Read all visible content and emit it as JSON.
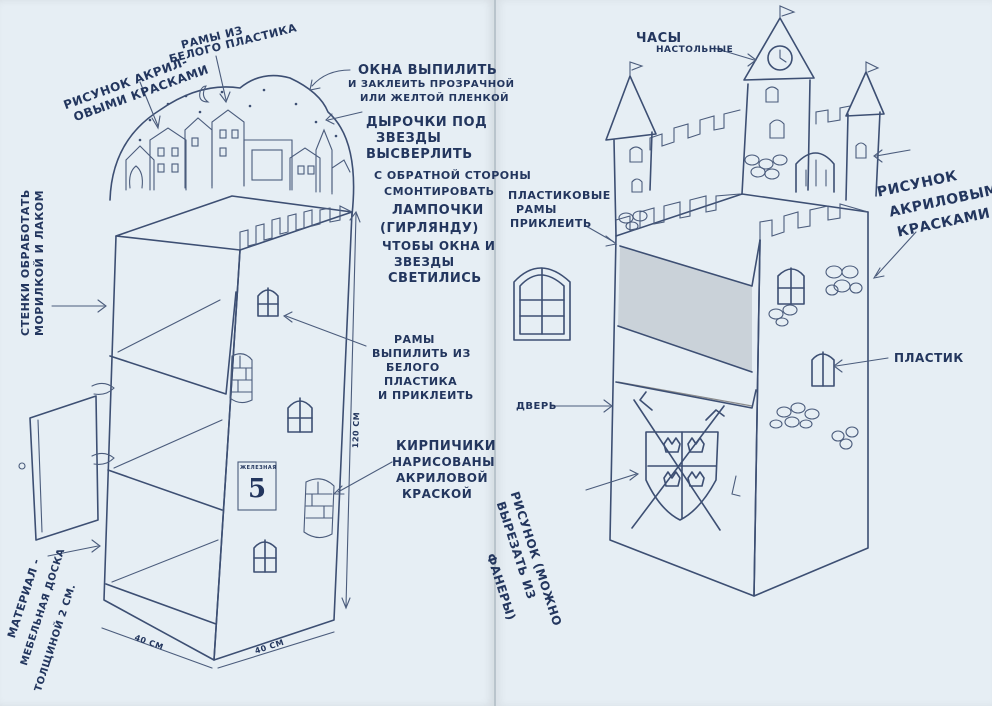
{
  "labels": {
    "acrylic_left_1": "РИСУНОК АКРИЛ-",
    "acrylic_left_2": "ОВЫМИ КРАСКАМИ",
    "white_frames_1": "РАМЫ ИЗ",
    "white_frames_2": "БЕЛОГО ПЛАСТИКА",
    "windows_1": "ОКНА ВЫПИЛИТЬ",
    "windows_2": "И ЗАКЛЕИТЬ ПРОЗРАЧНОЙ",
    "windows_3": "ИЛИ ЖЕЛТОЙ ПЛЕНКОЙ",
    "holes_1": "ДЫРОЧКИ ПОД",
    "holes_2": "ЗВЕЗДЫ",
    "holes_3": "ВЫСВЕРЛИТЬ",
    "lamps_1": "С ОБРАТНОЙ СТОРОНЫ",
    "lamps_2": "СМОНТИРОВАТЬ",
    "lamps_3": "ЛАМПОЧКИ",
    "lamps_4": "(ГИРЛЯНДУ)",
    "lamps_5": "ЧТОБЫ ОКНА И",
    "lamps_6": "ЗВЕЗДЫ",
    "lamps_7": "СВЕТИЛИСЬ",
    "walls_1": "СТЕНКИ ОБРАБОТАТЬ",
    "walls_2": "МОРИЛКОЙ И ЛАКОМ",
    "frames_cut_1": "РАМЫ",
    "frames_cut_2": "ВЫПИЛИТЬ ИЗ",
    "frames_cut_3": "БЕЛОГО",
    "frames_cut_4": "ПЛАСТИКА",
    "frames_cut_5": "И ПРИКЛЕИТЬ",
    "bricks_1": "КИРПИЧИКИ",
    "bricks_2": "НАРИСОВАНЫ",
    "bricks_3": "АКРИЛОВОЙ",
    "bricks_4": "КРАСКОЙ",
    "material_1": "МАТЕРИАЛ -",
    "material_2": "МЕБЕЛЬНАЯ ДОСКА",
    "material_3": "ТОЛЩИНОЙ 2 СМ.",
    "dim_width_1": "40 СМ",
    "dim_width_2": "40 СМ",
    "dim_height": "120 СМ",
    "house_number_sign": "ЖЕЛЕЗНАЯ",
    "house_number": "5",
    "clock_1": "ЧАСЫ",
    "clock_2": "НАСТОЛЬНЫЕ",
    "plastic_frames_1": "ПЛАСТИКОВЫЕ",
    "plastic_frames_2": "РАМЫ",
    "plastic_frames_3": "ПРИКЛЕИТЬ",
    "acrylic_right_1": "РИСУНОК",
    "acrylic_right_2": "АКРИЛОВЫМИ",
    "acrylic_right_3": "КРАСКАМИ",
    "plastic": "ПЛАСТИК",
    "door": "ДВЕРЬ",
    "plywood_1": "РИСУНОК (МОЖНО",
    "plywood_2": "ВЫРЕЗАТЬ ИЗ",
    "plywood_3": "ФАНЕРЫ)"
  }
}
